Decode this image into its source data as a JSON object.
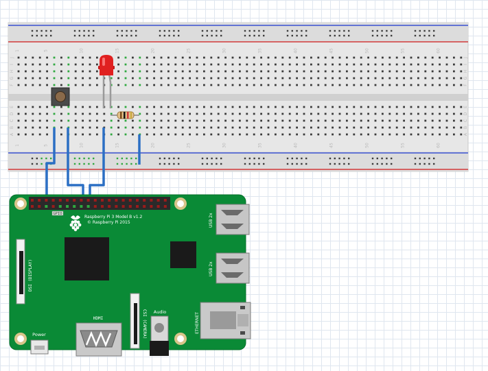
{
  "breadboard": {
    "column_numbers": [
      "1",
      "5",
      "10",
      "15",
      "20",
      "25",
      "30",
      "35",
      "40",
      "45",
      "50",
      "55",
      "60"
    ],
    "row_letters_top": [
      "J",
      "I",
      "H",
      "G",
      "F"
    ],
    "row_letters_bottom": [
      "E",
      "D",
      "C",
      "B",
      "A"
    ]
  },
  "raspberry_pi": {
    "model_line": "Raspberry Pi 3 Model B v1.2",
    "copyright_line": "© Raspberry Pi 2015",
    "gpio_label": "GPIO",
    "dsi_label": "DSI (DISPLAY)",
    "csi_label": "CSI (CAMERA)",
    "hdmi_label": "HDMI",
    "audio_label": "Audio",
    "power_label": "Power",
    "usb_label_1": "USB 2x",
    "usb_label_2": "USB 2x",
    "ethernet_label": "ETHERNET"
  },
  "colors": {
    "board_green": "#0a8a36",
    "wire_blue": "#2b6fc4",
    "led_red": "#e02020",
    "rail_red": "#d23a3a",
    "rail_blue": "#3a52d2",
    "header_red": "#9a1b1b"
  }
}
